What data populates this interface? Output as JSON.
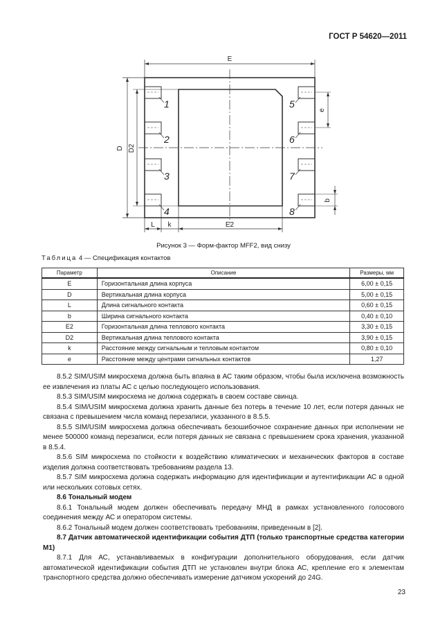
{
  "header": {
    "standard": "ГОСТ Р 54620—2011"
  },
  "figure": {
    "caption": "Рисунок 3 — Форм-фактор MFF2, вид снизу",
    "labels": {
      "E": "E",
      "D": "D",
      "D2": "D2",
      "E2": "E2",
      "L": "L",
      "k": "k",
      "e": "e",
      "b": "b"
    },
    "pin_numbers": [
      "1",
      "2",
      "3",
      "4",
      "5",
      "6",
      "7",
      "8"
    ]
  },
  "table": {
    "title_prefix": "Таблица",
    "title_rest": " 4 — Спецификация контактов",
    "headers": [
      "Параметр",
      "Описание",
      "Размеры, мм"
    ],
    "rows": [
      [
        "E",
        "Горизонтальная длина корпуса",
        "6,00 ± 0,15"
      ],
      [
        "D",
        "Вертикальная длина корпуса",
        "5,00 ± 0,15"
      ],
      [
        "L",
        "Длина сигнального контакта",
        "0,60 ± 0,15"
      ],
      [
        "b",
        "Ширина сигнального контакта",
        "0,40 ± 0,10"
      ],
      [
        "E2",
        "Горизонтальная длина теплового контакта",
        "3,30 ± 0,15"
      ],
      [
        "D2",
        "Вертикальная длина теплового контакта",
        "3,90 ± 0,15"
      ],
      [
        "k",
        "Расстояние между сигнальным и тепловым контактом",
        "0,80 ± 0,10"
      ],
      [
        "e",
        "Расстояние между  центрами сигнальных контактов",
        "1,27"
      ]
    ]
  },
  "paragraphs": [
    "8.5.2 SIM/USIM микросхема должна быть впаяна в АС таким образом, чтобы была исключена возможность ее извлечения из платы АС с целью последующего использования.",
    "8.5.3 SIM/USIM микросхема не должна содержать в своем составе свинца.",
    "8.5.4 SIM/USIM микросхема должна хранить данные без потерь в течение 10 лет, если потеря данных не связана с превышением числа команд перезаписи, указанного в 8.5.5.",
    "8.5.5 SIM/USIM микросхема должна обеспечивать безошибочное сохранение данных при исполнении не менее 500000 команд  перезаписи, если потеря данных не связана с превышением срока хранения, указанной в 8.5.4.",
    "8.5.6 SIM микросхема по стойкости к воздействию климатических и механических факторов в составе изделия должна соответствовать требованиям раздела 13.",
    "8.5.7 SIM микросхема должна содержать информацию для идентификации и аутентификации АС в одной или нескольких сотовых сетях.",
    "8.6 Тональный модем",
    "8.6.1 Тональный модем должен обеспечивать передачу МНД в рамках установленного голосового соединения между АС и оператором системы.",
    "8.6.2 Тональный модем должен соответствовать требованиям, приведенным в [2].",
    "8.7 Датчик автоматической идентификации события ДТП (только транспортные средства категории М1)",
    "8.7.1 Для АС, устанавливаемых в конфигурации дополнительного оборудования, если датчик автоматической идентификации события ДТП не установлен внутри блока АС, крепление его к элементам транспортного средства должно обеспечивать измерение датчиком ускорений до 24G."
  ],
  "page_number": "23"
}
